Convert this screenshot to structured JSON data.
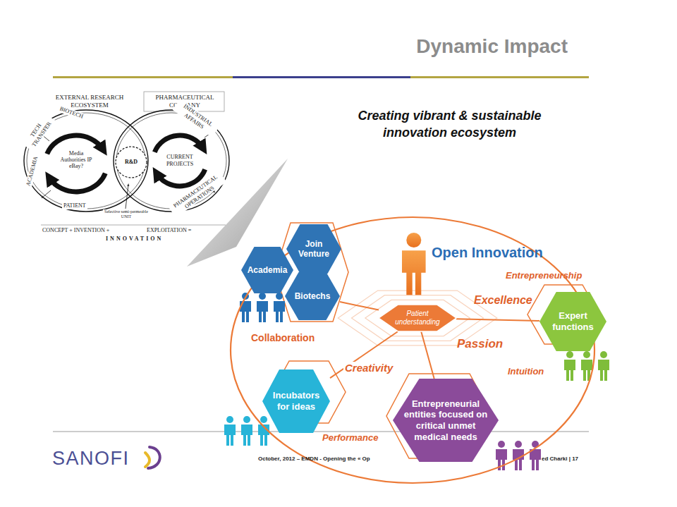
{
  "diagram": {
    "title": "Dynamic Impact",
    "nodes": [
      {
        "text": [
          "Open Innovation"
        ]
      },
      {
        "text": [
          "Academia"
        ],
        "in": 0
      },
      {
        "text": [
          "Join Venture"
        ],
        "in": 0
      },
      {
        "text": [
          "Biotechs"
        ],
        "in": 0
      },
      {
        "text": [
          "Patient understanding"
        ],
        "in": 0
      },
      {
        "text": [
          "Expert functions"
        ],
        "in": 0
      },
      {
        "text": [
          "Incubators for ideas"
        ],
        "in": 0
      },
      {
        "text": [
          "Entrepreneurial entities focused on critical unmet medical needs"
        ],
        "in": 0
      },
      {
        "text": [
          "R&D"
        ]
      }
    ],
    "edges": [
      {
        "from": 4,
        "to": 3,
        "arrow": "none"
      },
      {
        "from": 4,
        "to": 5,
        "arrow": "none"
      },
      {
        "from": 4,
        "to": 6,
        "arrow": "none"
      },
      {
        "from": 4,
        "to": 7,
        "arrow": "none"
      }
    ],
    "labels": [
      "Creating vibrant & sustainable innovation ecosystem",
      "Entrepreneurship",
      "Excellence",
      "Passion",
      "Intuition",
      "Creativity",
      "Collaboration",
      "Performance",
      "EXTERNAL RESEARCH ECOSYSTEM",
      "PHARMACEUTICAL COMPANY",
      "TECH TRANSFER",
      "BIOTECH",
      "ACADEMIA",
      "PATIENT",
      "Media Authorities IP eBay?",
      "CURRENT PROJECTS",
      "INDUSTRIAL AFFAIRS",
      "PHARMACEUTICAL OPERATIONS",
      "Selective semi-permeable UNIT",
      "CONCEPT + INVENTION +",
      "EXPLOITATION =",
      "INNOVATION",
      "SANOFI",
      "October, 2012 – EMDN - Opening the « Op",
      "ed Charki | 17"
    ]
  }
}
